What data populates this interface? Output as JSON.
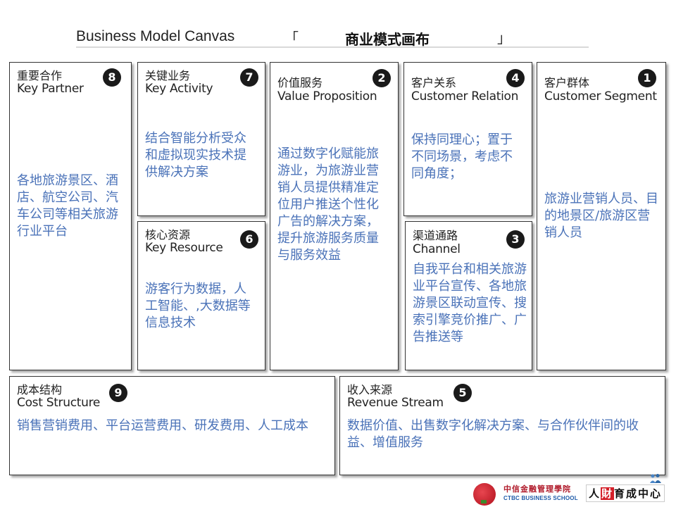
{
  "header": {
    "title_en": "Business Model Canvas",
    "bracket_open": "「",
    "title_cn": "商业模式画布",
    "bracket_close": "」"
  },
  "blocks": {
    "key_partner": {
      "label_cn": "重要合作",
      "label_en": "Key Partner",
      "number": "8",
      "content": "各地旅游景区、酒店、航空公司、汽车公司等相关旅游行业平台"
    },
    "key_activity": {
      "label_cn": "关键业务",
      "label_en": "Key Activity",
      "number": "7",
      "content": "结合智能分析受众和虚拟现实技术提供解决方案"
    },
    "key_resource": {
      "label_cn": "核心资源",
      "label_en": "Key Resource",
      "number": "6",
      "content": "游客行为数据，人工智能、,大数据等信息技术"
    },
    "value_proposition": {
      "label_cn": "价值服务",
      "label_en": "Value Proposition",
      "number": "2",
      "content": "通过数字化赋能旅游业，为旅游业营销人员提供精准定位用户推送个性化广告的解决方案，提升旅游服务质量与服务效益"
    },
    "customer_relation": {
      "label_cn": "客户关系",
      "label_en": "Customer Relation",
      "number": "4",
      "content": "保持同理心；置于不同场景，考虑不同角度；"
    },
    "channel": {
      "label_cn": "渠道通路",
      "label_en": "Channel",
      "number": "3",
      "content": "自我平台和相关旅游业平台宣传、各地旅游景区联动宣传、搜索引擎竞价推广、广告推送等"
    },
    "customer_segment": {
      "label_cn": "客户群体",
      "label_en": "Customer Segment",
      "number": "1",
      "content": "旅游业营销人员、目的地景区/旅游区营销人员"
    },
    "cost_structure": {
      "label_cn": "成本结构",
      "label_en": "Cost Structure",
      "number": "9",
      "content": "销售营销费用、平台运营费用、研发费用、人工成本"
    },
    "revenue_stream": {
      "label_cn": "收入来源",
      "label_en": "Revenue Stream",
      "number": "5",
      "content": "数据价值、出售数字化解决方案、与合作伙伴间的收益、增值服务"
    }
  },
  "footer": {
    "school_cn": "中信金融管理學院",
    "school_en": "CTBC BUSINESS SCHOOL",
    "center_pre": "人",
    "center_hl": "財",
    "center_post": "育成中心"
  },
  "colors": {
    "content_text": "#4a72b8",
    "badge": "#1a1a1a",
    "border": "#333333"
  }
}
